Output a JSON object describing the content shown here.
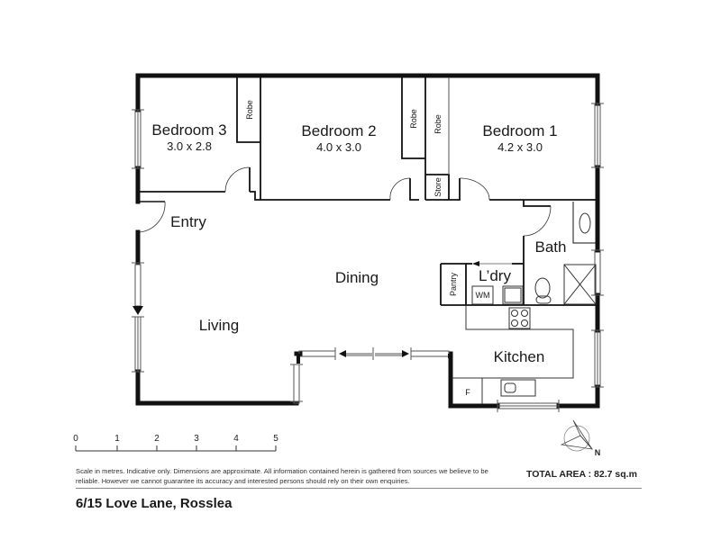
{
  "rooms": {
    "bedroom3": {
      "label": "Bedroom 3",
      "dims": "3.0 x 2.8"
    },
    "bedroom2": {
      "label": "Bedroom 2",
      "dims": "4.0 x 3.0"
    },
    "bedroom1": {
      "label": "Bedroom 1",
      "dims": "4.2 x 3.0"
    },
    "entry": {
      "label": "Entry"
    },
    "dining": {
      "label": "Dining"
    },
    "living": {
      "label": "Living"
    },
    "bath": {
      "label": "Bath"
    },
    "laundry": {
      "label": "L’dry"
    },
    "kitchen": {
      "label": "Kitchen"
    }
  },
  "fixtures": {
    "robe_b3": "Robe",
    "robe_b2": "Robe",
    "robe_b1": "Robe",
    "store": "Store",
    "pantry": "Pantry",
    "washing_machine": "WM",
    "fridge": "F"
  },
  "scale": {
    "ticks": [
      "0",
      "1",
      "2",
      "3",
      "4",
      "5"
    ],
    "unit": "metres"
  },
  "compass": {
    "north_label": "N"
  },
  "disclaimer": "Scale in metres. Indicative only. Dimensions are approximate. All information contained herein is gathered from sources we believe to be reliable. However we cannot guarantee its accuracy and interested persons should rely on their own enquiries.",
  "total_area": "TOTAL AREA : 82.7 sq.m",
  "address": "6/15 Love Lane, Rosslea"
}
